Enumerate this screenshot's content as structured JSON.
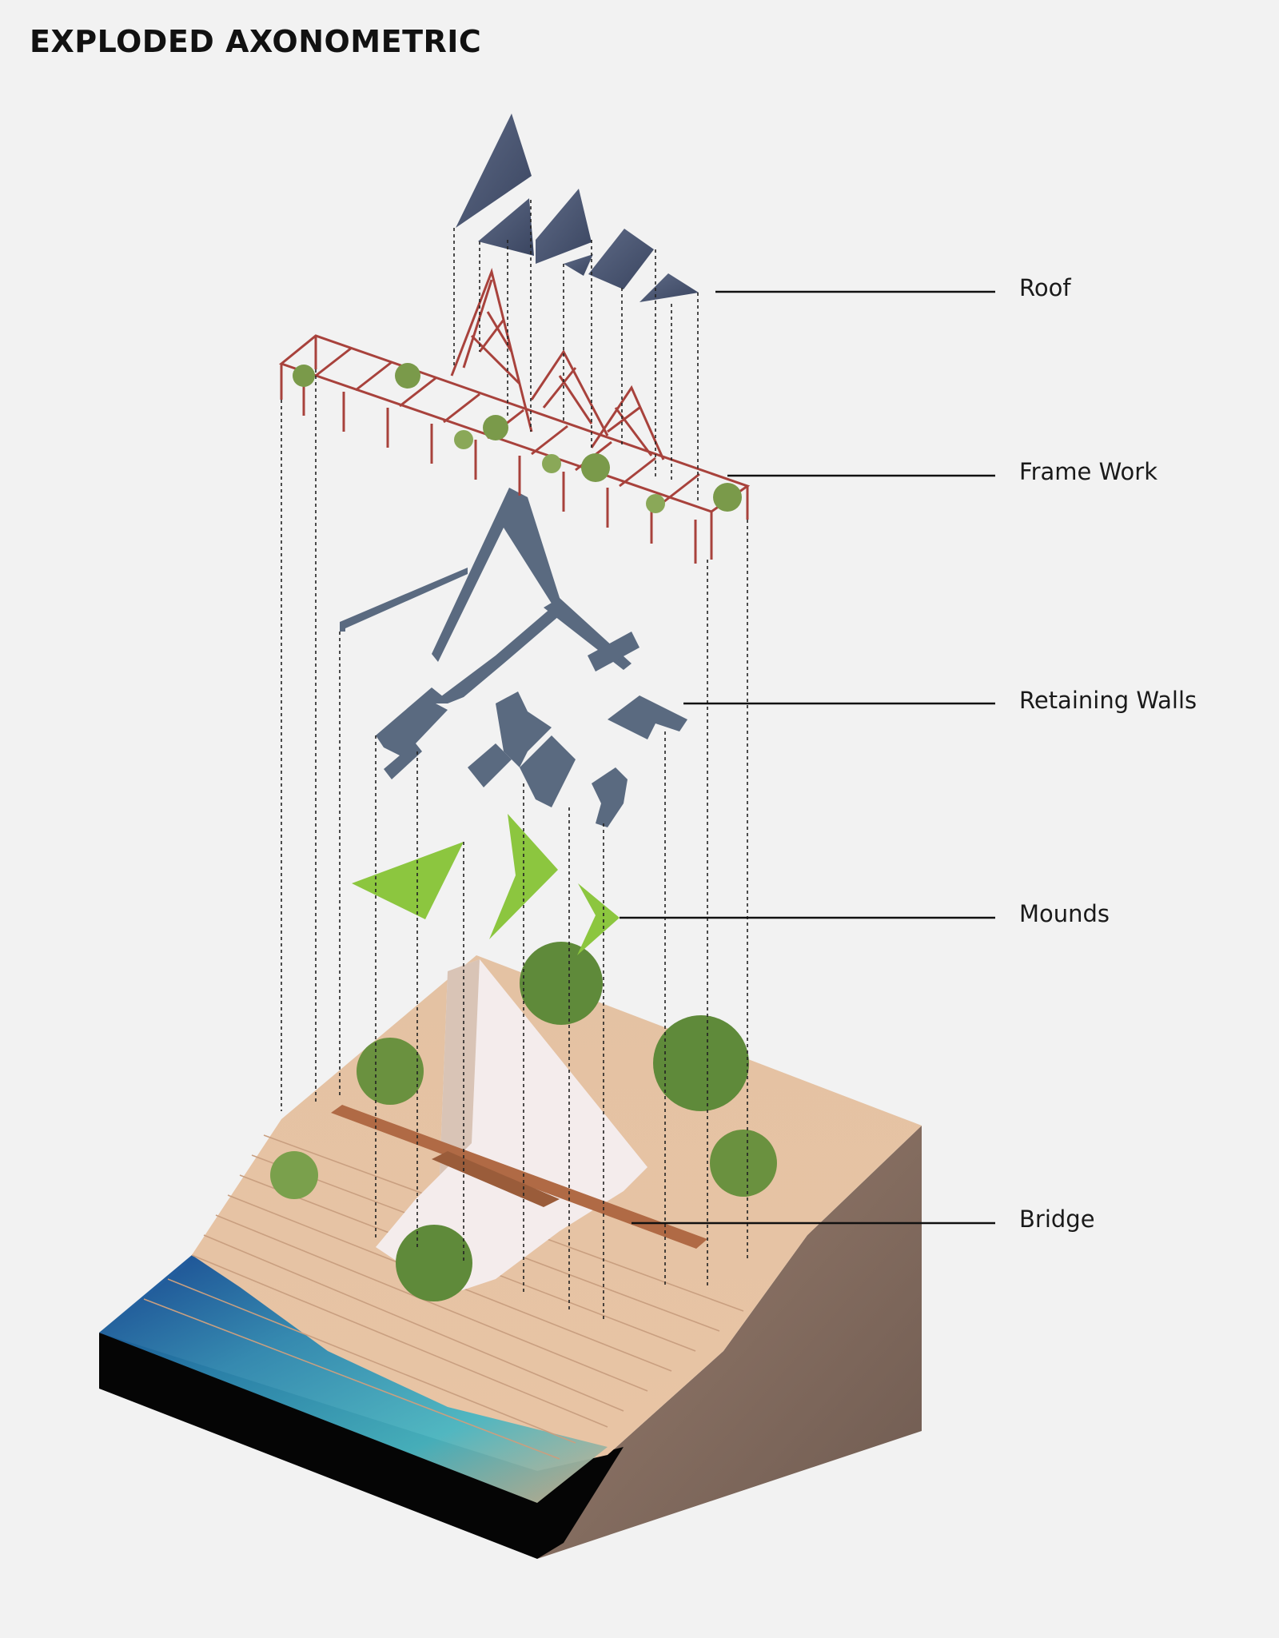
{
  "title": "EXPLODED AXONOMETRIC",
  "layers": [
    {
      "name": "roof",
      "label": "Roof"
    },
    {
      "name": "frame-work",
      "label": "Frame Work"
    },
    {
      "name": "retaining-walls",
      "label": "Retaining Walls"
    },
    {
      "name": "mounds",
      "label": "Mounds"
    },
    {
      "name": "bridge",
      "label": "Bridge"
    }
  ],
  "colors": {
    "background": "#f2f2f2",
    "roof": "#4a5670",
    "frame": "#a8423c",
    "walls": "#5a6a80",
    "mounds": "#8cc63f",
    "sand": "#dcb89a",
    "water": "#3aa9b8",
    "foliage": "#6f9a44"
  }
}
